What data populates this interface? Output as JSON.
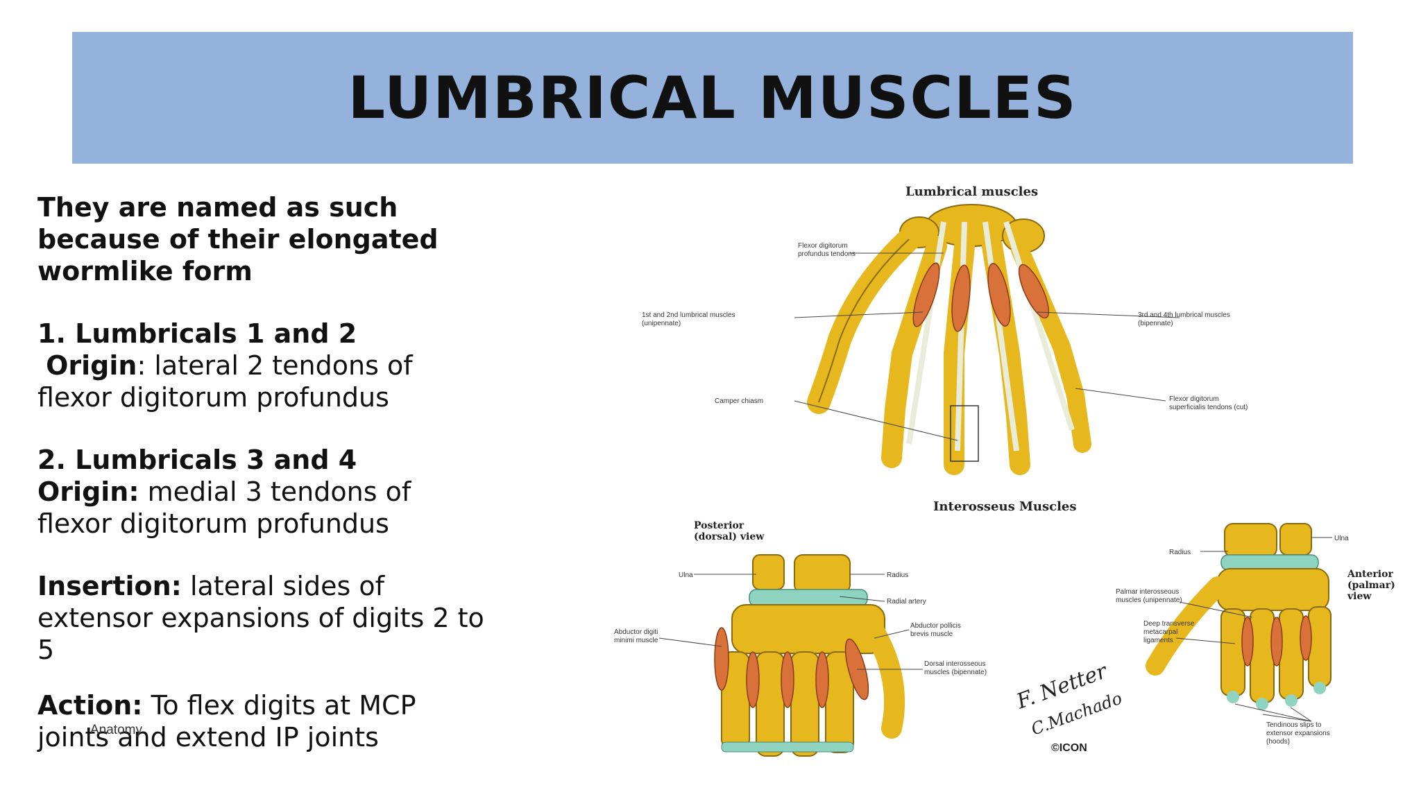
{
  "slide": {
    "title": "LUMBRICAL MUSCLES",
    "intro": [
      "They are named as such",
      "because of their elongated",
      "wormlike form"
    ],
    "item1": {
      "heading": "1. Lumbricals 1 and 2",
      "origin_label": "Origin",
      "origin_text": ": lateral 2 tendons of",
      "origin_text2": "flexor digitorum profundus"
    },
    "item2": {
      "heading": "2. Lumbricals 3 and 4",
      "origin_label": "Origin:",
      "origin_text": " medial 3 tendons of",
      "origin_text2": "flexor digitorum profundus"
    },
    "insertion": {
      "label": "Insertion:",
      "text": " lateral sides of",
      "text2": "extensor expansions of digits 2 to",
      "text3": "5"
    },
    "action": {
      "label": "Action:",
      "text": " To flex digits at MCP",
      "text2": "joints and extend IP joints"
    },
    "footer_label": "Anatomy"
  },
  "figure": {
    "top_caption": "Lumbrical muscles",
    "top_labels": {
      "fdp": [
        "Flexor digitorum",
        "profundus tendons"
      ],
      "lumb12": [
        "1st and 2nd lumbrical muscles",
        "(unipennate)"
      ],
      "lumb34": [
        "3rd and 4th lumbrical muscles",
        "(bipennate)"
      ],
      "camper": "Camper chiasm",
      "fds": [
        "Flexor digitorum",
        "superficialis tendons (cut)"
      ]
    },
    "bottom_caption": "Interosseus Muscles",
    "posterior_view": [
      "Posterior",
      "(dorsal) view"
    ],
    "anterior_view": [
      "Anterior",
      "(palmar)",
      "view"
    ],
    "posterior_labels": {
      "ulna": "Ulna",
      "radius": "Radius",
      "radial_artery": "Radial artery",
      "abd_digiti": [
        "Abductor digiti",
        "minimi muscle"
      ],
      "abd_pollicis": [
        "Abductor pollicis",
        "brevis muscle"
      ],
      "dorsal_inter": [
        "Dorsal interosseous",
        "muscles (bipennate)"
      ]
    },
    "anterior_labels": {
      "radius": "Radius",
      "ulna": "Ulna",
      "palmar_inter": [
        "Palmar interosseous",
        "muscles (unipennate)"
      ],
      "deep_transverse": [
        "Deep transverse",
        "metacarpal",
        "ligaments"
      ],
      "tendinous_slips": [
        "Tendinous slips to",
        "extensor expansions",
        "(hoods)"
      ]
    },
    "signature": [
      "F. Netter",
      "C.Machado"
    ],
    "publisher_mark": "©ICON"
  },
  "colors": {
    "title_bar": "#94b2dc",
    "bone": "#e6b81e",
    "muscle": "#d9713a",
    "tendon": "#e8ecd8",
    "cartilage": "#8fd4c0"
  }
}
